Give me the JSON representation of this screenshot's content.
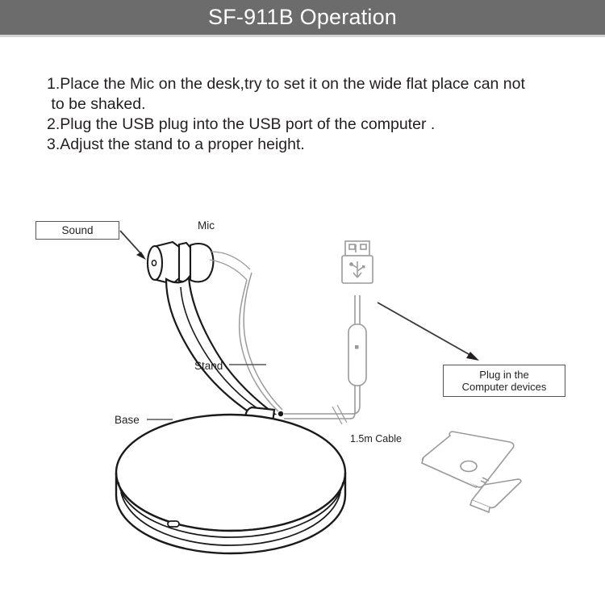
{
  "header": {
    "title": "SF-911B Operation",
    "background_color": "#6c6c6c",
    "text_color": "#ffffff",
    "underline_color": "#d2d2d2"
  },
  "instructions": {
    "lines": [
      "1.Place the Mic on the desk,try to set it on the wide flat place can not",
      " to be shaked.",
      "2.Plug the USB plug into the USB port of the computer .",
      "3.Adjust the stand to a proper height."
    ]
  },
  "diagram": {
    "callouts": {
      "sound": "Sound",
      "mic": "Mic",
      "stand": "Stand",
      "base": "Base",
      "cable": "1.5m Cable",
      "plug_in_line1": "Plug in the",
      "plug_in_line2": "Computer devices"
    },
    "icons": {
      "usb_connector": "usb-plug-icon",
      "usb_trident": "usb-trident-icon",
      "inline_module": "inline-control-module-icon",
      "laptop": "laptop-icon",
      "microphone_capsule": "microphone-capsule-icon",
      "base_indicator": "base-indicator-led-icon",
      "sound_arrow": "arrow-icon",
      "plug_arrow": "arrow-icon"
    },
    "colors": {
      "outline_dark": "#1a1a1a",
      "outline_light": "#9a9a9a",
      "background": "#ffffff"
    }
  }
}
